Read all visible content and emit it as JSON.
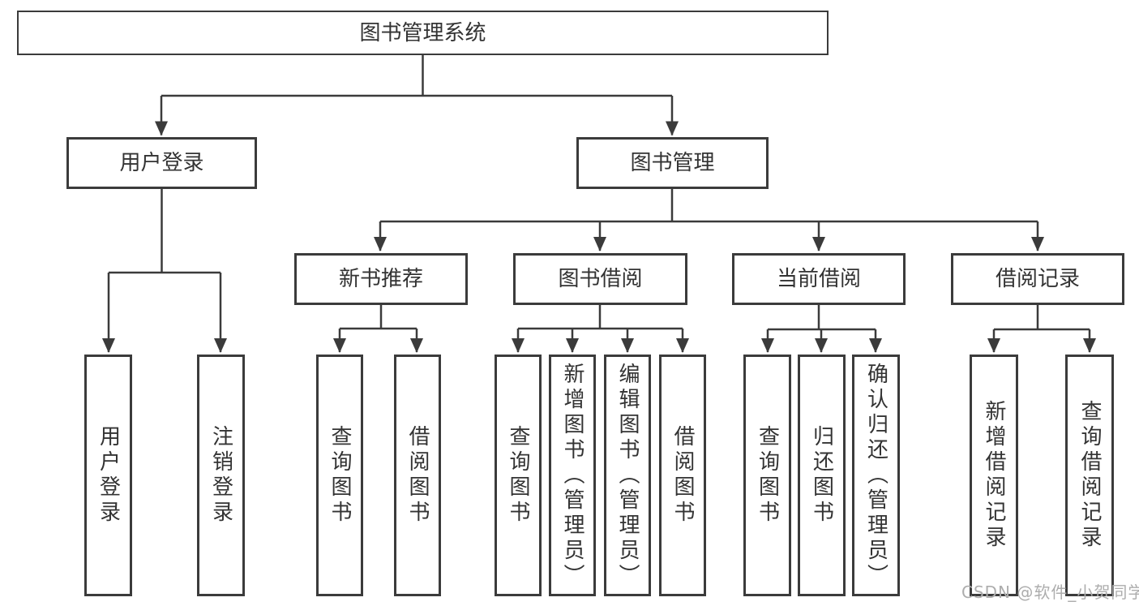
{
  "tree": {
    "label": "图书管理系统",
    "children": [
      {
        "label": "用户登录",
        "children": [
          {
            "label": "用户登录"
          },
          {
            "label": "注销登录"
          }
        ]
      },
      {
        "label": "图书管理",
        "children": [
          {
            "label": "新书推荐",
            "children": [
              {
                "label": "查询图书"
              },
              {
                "label": "借阅图书"
              }
            ]
          },
          {
            "label": "图书借阅",
            "children": [
              {
                "label": "查询图书"
              },
              {
                "label": "新增图书（管理员）"
              },
              {
                "label": "编辑图书（管理员）"
              },
              {
                "label": "借阅图书"
              }
            ]
          },
          {
            "label": "当前借阅",
            "children": [
              {
                "label": "查询图书"
              },
              {
                "label": "归还图书"
              },
              {
                "label": "确认归还（管理员）"
              }
            ]
          },
          {
            "label": "借阅记录",
            "children": [
              {
                "label": "新增借阅记录"
              },
              {
                "label": "查询借阅记录"
              }
            ]
          }
        ]
      }
    ]
  },
  "watermark": {
    "text": "CSDN @软件_小贺同学"
  },
  "colors": {
    "line": "#3b3b3b",
    "box_border": "#3b3b3b",
    "text": "#333333",
    "watermark": "#adadad",
    "background": "#ffffff"
  }
}
